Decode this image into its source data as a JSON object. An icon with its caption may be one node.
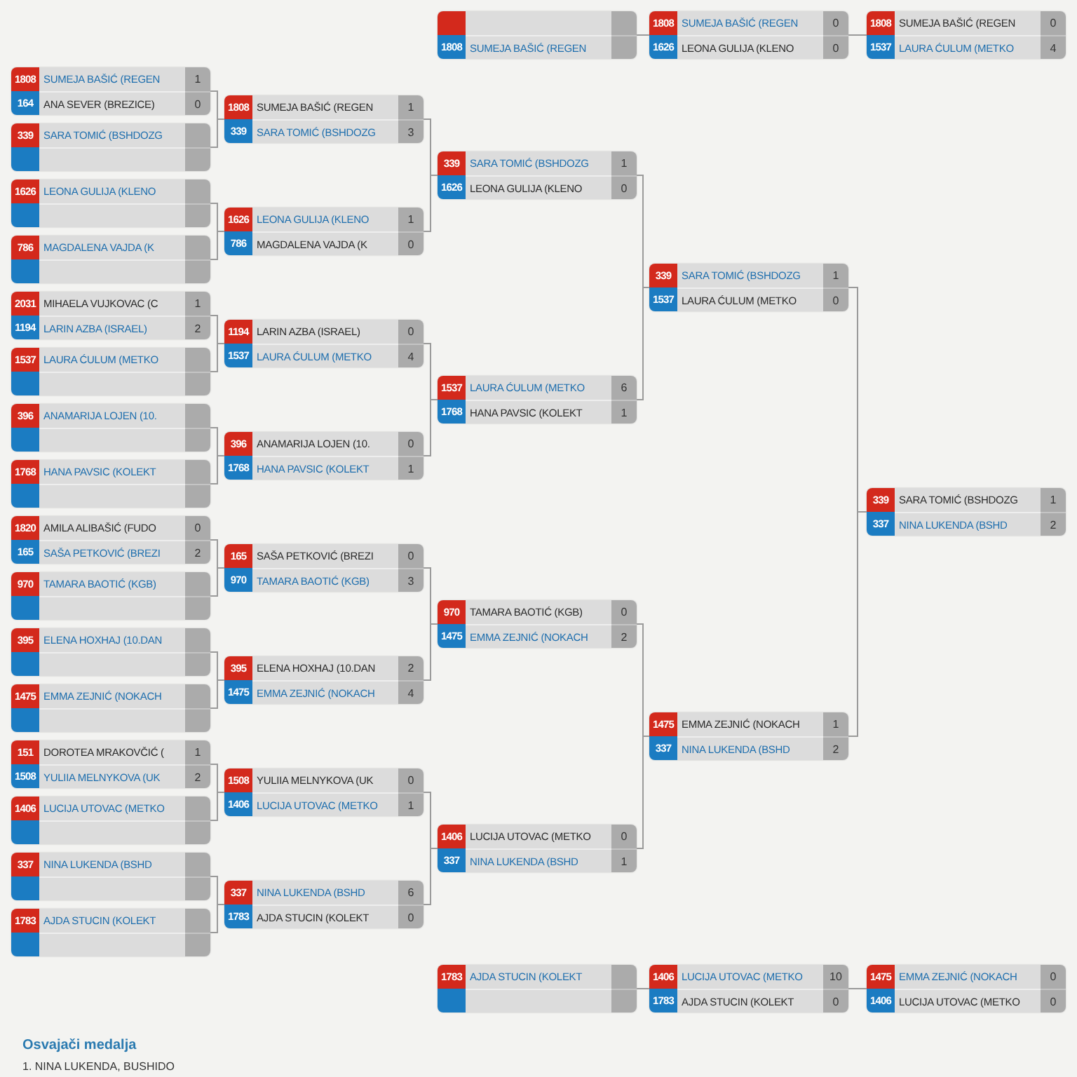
{
  "diagram": {
    "nodes": [
      {
        "text": [
          "1808",
          "SUMEJA BAŠIĆ (REGEN"
        ]
      },
      {
        "text": [
          "1808",
          "SUMEJA BAŠIĆ (REGEN",
          "0",
          "1626",
          "LEONA GULIJA (KLENO",
          "0"
        ]
      },
      {
        "text": [
          "1808",
          "SUMEJA BAŠIĆ (REGEN",
          "0",
          "1537",
          "LAURA ĆULUM (METKO",
          "4"
        ]
      },
      {
        "text": [
          "1808",
          "SUMEJA BAŠIĆ (REGEN",
          "1",
          "164",
          "ANA SEVER (BREZICE)",
          "0"
        ]
      },
      {
        "text": [
          "339",
          "SARA TOMIĆ (BSHDOZG"
        ]
      },
      {
        "text": [
          "1626",
          "LEONA GULIJA (KLENO"
        ]
      },
      {
        "text": [
          "786",
          "MAGDALENA VAJDA (K"
        ]
      },
      {
        "text": [
          "2031",
          "MIHAELA VUJKOVAC (C",
          "1",
          "1194",
          "LARIN AZBA (ISRAEL)",
          "2"
        ]
      },
      {
        "text": [
          "1537",
          "LAURA ĆULUM (METKO"
        ]
      },
      {
        "text": [
          "396",
          "ANAMARIJA LOJEN (10."
        ]
      },
      {
        "text": [
          "1768",
          "HANA PAVSIC (KOLEKT"
        ]
      },
      {
        "text": [
          "1820",
          "AMILA ALIBAŠIĆ (FUDO",
          "0",
          "165",
          "SAŠA PETKOVIĆ (BREZI",
          "2"
        ]
      },
      {
        "text": [
          "970",
          "TAMARA BAOTIĆ (KGB)"
        ]
      },
      {
        "text": [
          "395",
          "ELENA HOXHAJ (10.DAN"
        ]
      },
      {
        "text": [
          "1475",
          "EMMA ZEJNIĆ (NOKACH"
        ]
      },
      {
        "text": [
          "151",
          "DOROTEA MRAKOVČIĆ (",
          "1",
          "1508",
          "YULIIA MELNYKOVA (UK",
          "2"
        ]
      },
      {
        "text": [
          "1406",
          "LUCIJA UTOVAC (METKO"
        ]
      },
      {
        "text": [
          "337",
          "NINA LUKENDA (BSHD"
        ]
      },
      {
        "text": [
          "1783",
          "AJDA STUCIN (KOLEKT"
        ]
      },
      {
        "text": [
          "1808",
          "SUMEJA BAŠIĆ (REGEN",
          "1",
          "339",
          "SARA TOMIĆ (BSHDOZG",
          "3"
        ]
      },
      {
        "text": [
          "1626",
          "LEONA GULIJA (KLENO",
          "1",
          "786",
          "MAGDALENA VAJDA (K",
          "0"
        ]
      },
      {
        "text": [
          "1194",
          "LARIN AZBA (ISRAEL)",
          "0",
          "1537",
          "LAURA ĆULUM (METKO",
          "4"
        ]
      },
      {
        "text": [
          "396",
          "ANAMARIJA LOJEN (10.",
          "0",
          "1768",
          "HANA PAVSIC (KOLEKT",
          "1"
        ]
      },
      {
        "text": [
          "165",
          "SAŠA PETKOVIĆ (BREZI",
          "0",
          "970",
          "TAMARA BAOTIĆ (KGB)",
          "3"
        ]
      },
      {
        "text": [
          "395",
          "ELENA HOXHAJ (10.DAN",
          "2",
          "1475",
          "EMMA ZEJNIĆ (NOKACH",
          "4"
        ]
      },
      {
        "text": [
          "1508",
          "YULIIA MELNYKOVA (UK",
          "0",
          "1406",
          "LUCIJA UTOVAC (METKO",
          "1"
        ]
      },
      {
        "text": [
          "337",
          "NINA LUKENDA (BSHD",
          "6",
          "1783",
          "AJDA STUCIN (KOLEKT",
          "0"
        ]
      },
      {
        "text": [
          "339",
          "SARA TOMIĆ (BSHDOZG",
          "1",
          "1626",
          "LEONA GULIJA (KLENO",
          "0"
        ]
      },
      {
        "text": [
          "1537",
          "LAURA ĆULUM (METKO",
          "6",
          "1768",
          "HANA PAVSIC (KOLEKT",
          "1"
        ]
      },
      {
        "text": [
          "970",
          "TAMARA BAOTIĆ (KGB)",
          "0",
          "1475",
          "EMMA ZEJNIĆ (NOKACH",
          "2"
        ]
      },
      {
        "text": [
          "1406",
          "LUCIJA UTOVAC (METKO",
          "0",
          "337",
          "NINA LUKENDA (BSHD",
          "1"
        ]
      },
      {
        "text": [
          "339",
          "SARA TOMIĆ (BSHDOZG",
          "1",
          "1537",
          "LAURA ĆULUM (METKO",
          "0"
        ]
      },
      {
        "text": [
          "1475",
          "EMMA ZEJNIĆ (NOKACH",
          "1",
          "337",
          "NINA LUKENDA (BSHD",
          "2"
        ]
      },
      {
        "text": [
          "339",
          "SARA TOMIĆ (BSHDOZG",
          "1",
          "337",
          "NINA LUKENDA (BSHD",
          "2"
        ]
      },
      {
        "text": [
          "1783",
          "AJDA STUCIN (KOLEKT"
        ]
      },
      {
        "text": [
          "1406",
          "LUCIJA UTOVAC (METKO",
          "10",
          "1783",
          "AJDA STUCIN (KOLEKT",
          "0"
        ]
      },
      {
        "text": [
          "1475",
          "EMMA ZEJNIĆ (NOKACH",
          "0",
          "1406",
          "LUCIJA UTOVAC (METKO",
          "0"
        ]
      }
    ],
    "edges": [
      {
        "from": 0,
        "to": 1,
        "arrow": "none"
      },
      {
        "from": 1,
        "to": 2,
        "arrow": "none"
      },
      {
        "from": 3,
        "to": 19,
        "arrow": "none"
      },
      {
        "from": 4,
        "to": 19,
        "arrow": "none"
      },
      {
        "from": 5,
        "to": 20,
        "arrow": "none"
      },
      {
        "from": 6,
        "to": 20,
        "arrow": "none"
      },
      {
        "from": 7,
        "to": 21,
        "arrow": "none"
      },
      {
        "from": 8,
        "to": 21,
        "arrow": "none"
      },
      {
        "from": 9,
        "to": 22,
        "arrow": "none"
      },
      {
        "from": 10,
        "to": 22,
        "arrow": "none"
      },
      {
        "from": 11,
        "to": 23,
        "arrow": "none"
      },
      {
        "from": 12,
        "to": 23,
        "arrow": "none"
      },
      {
        "from": 13,
        "to": 24,
        "arrow": "none"
      },
      {
        "from": 14,
        "to": 24,
        "arrow": "none"
      },
      {
        "from": 15,
        "to": 25,
        "arrow": "none"
      },
      {
        "from": 16,
        "to": 25,
        "arrow": "none"
      },
      {
        "from": 17,
        "to": 26,
        "arrow": "none"
      },
      {
        "from": 18,
        "to": 26,
        "arrow": "none"
      },
      {
        "from": 19,
        "to": 27,
        "arrow": "none"
      },
      {
        "from": 20,
        "to": 27,
        "arrow": "none"
      },
      {
        "from": 21,
        "to": 28,
        "arrow": "none"
      },
      {
        "from": 22,
        "to": 28,
        "arrow": "none"
      },
      {
        "from": 23,
        "to": 29,
        "arrow": "none"
      },
      {
        "from": 24,
        "to": 29,
        "arrow": "none"
      },
      {
        "from": 25,
        "to": 30,
        "arrow": "none"
      },
      {
        "from": 26,
        "to": 30,
        "arrow": "none"
      },
      {
        "from": 27,
        "to": 31,
        "arrow": "none"
      },
      {
        "from": 28,
        "to": 31,
        "arrow": "none"
      },
      {
        "from": 29,
        "to": 32,
        "arrow": "none"
      },
      {
        "from": 30,
        "to": 32,
        "arrow": "none"
      },
      {
        "from": 31,
        "to": 33,
        "arrow": "none"
      },
      {
        "from": 32,
        "to": 33,
        "arrow": "none"
      },
      {
        "from": 34,
        "to": 35,
        "arrow": "none"
      },
      {
        "from": 35,
        "to": 36,
        "arrow": "none"
      }
    ],
    "labels": [
      "Osvajači medalja",
      "1. NINA LUKENDA, BUSHIDO"
    ]
  }
}
